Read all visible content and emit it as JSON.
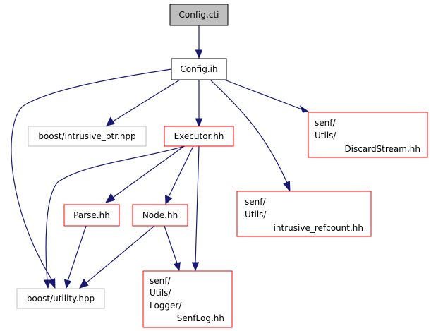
{
  "colors": {
    "edge": "#191970",
    "root_fill": "#bfbfbf",
    "root_border": "#000000",
    "internal_border": "#000000",
    "missing_border": "#ff0000",
    "external_border": "#bfbfbf",
    "text": "#000000",
    "background": "#ffffff"
  },
  "nodes": {
    "config_cti": {
      "label": "Config.cti",
      "kind": "root"
    },
    "config_ih": {
      "label": "Config.ih",
      "kind": "internal"
    },
    "boost_intrusive_ptr": {
      "label": "boost/intrusive_ptr.hpp",
      "kind": "external"
    },
    "executor": {
      "label": "Executor.hh",
      "kind": "missing"
    },
    "discard_stream": {
      "lines": [
        "senf/",
        "Utils/",
        "DiscardStream.hh"
      ],
      "kind": "missing"
    },
    "intrusive_refcount": {
      "lines": [
        "senf/",
        "Utils/",
        "intrusive_refcount.hh"
      ],
      "kind": "missing"
    },
    "parse": {
      "label": "Parse.hh",
      "kind": "missing"
    },
    "node": {
      "label": "Node.hh",
      "kind": "missing"
    },
    "boost_utility": {
      "label": "boost/utility.hpp",
      "kind": "external"
    },
    "senflog": {
      "lines": [
        "senf/",
        "Utils/",
        "Logger/",
        "SenfLog.hh"
      ],
      "kind": "missing"
    }
  },
  "edges": [
    {
      "from": "config_cti",
      "to": "config_ih"
    },
    {
      "from": "config_ih",
      "to": "boost_intrusive_ptr"
    },
    {
      "from": "config_ih",
      "to": "executor"
    },
    {
      "from": "config_ih",
      "to": "discard_stream"
    },
    {
      "from": "config_ih",
      "to": "intrusive_refcount"
    },
    {
      "from": "config_ih",
      "to": "boost_utility"
    },
    {
      "from": "executor",
      "to": "parse"
    },
    {
      "from": "executor",
      "to": "node"
    },
    {
      "from": "executor",
      "to": "boost_utility"
    },
    {
      "from": "executor",
      "to": "senflog"
    },
    {
      "from": "parse",
      "to": "boost_utility"
    },
    {
      "from": "node",
      "to": "boost_utility"
    },
    {
      "from": "node",
      "to": "senflog"
    }
  ]
}
